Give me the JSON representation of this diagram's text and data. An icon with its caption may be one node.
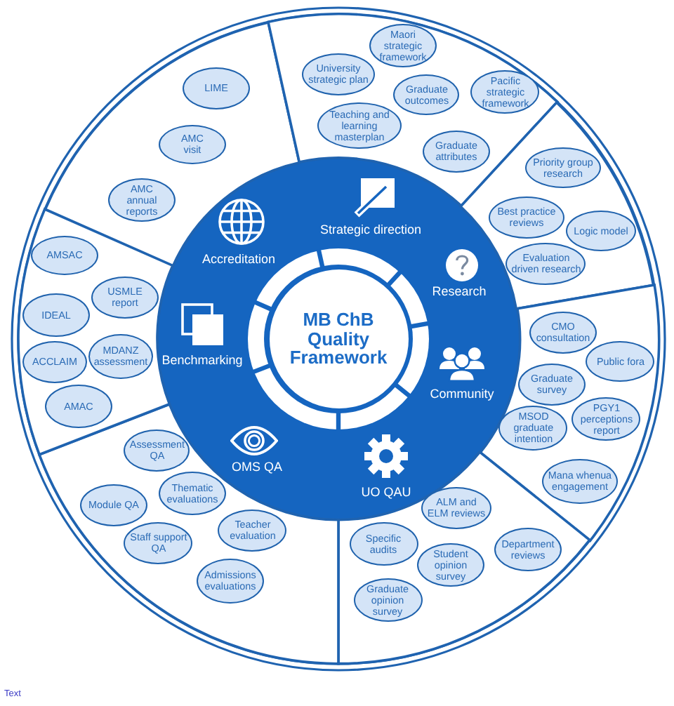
{
  "diagram": {
    "nodes": [
      {
        "text": [
          "MB ChB Quality Framework"
        ]
      },
      {
        "text": [
          "Accreditation"
        ]
      },
      {
        "text": [
          "LIME"
        ],
        "in": 1
      },
      {
        "text": [
          "AMC visit"
        ],
        "in": 1
      },
      {
        "text": [
          "AMC annual reports"
        ],
        "in": 1
      },
      {
        "text": [
          "Strategic direction"
        ]
      },
      {
        "text": [
          "Maori strategic framework"
        ],
        "in": 5
      },
      {
        "text": [
          "University strategic plan"
        ],
        "in": 5
      },
      {
        "text": [
          "Graduate outcomes"
        ],
        "in": 5
      },
      {
        "text": [
          "Pacific strategic framework"
        ],
        "in": 5
      },
      {
        "text": [
          "Teaching and learning masterplan"
        ],
        "in": 5
      },
      {
        "text": [
          "Graduate attributes"
        ],
        "in": 5
      },
      {
        "text": [
          "Research"
        ]
      },
      {
        "text": [
          "Priority group research"
        ],
        "in": 12
      },
      {
        "text": [
          "Best practice reviews"
        ],
        "in": 12
      },
      {
        "text": [
          "Logic model"
        ],
        "in": 12
      },
      {
        "text": [
          "Evaluation driven research"
        ],
        "in": 12
      },
      {
        "text": [
          "Community"
        ]
      },
      {
        "text": [
          "CMO consultation"
        ],
        "in": 17
      },
      {
        "text": [
          "Public fora"
        ],
        "in": 17
      },
      {
        "text": [
          "Graduate survey"
        ],
        "in": 17
      },
      {
        "text": [
          "PGY1 perceptions report"
        ],
        "in": 17
      },
      {
        "text": [
          "MSOD graduate intention"
        ],
        "in": 17
      },
      {
        "text": [
          "Mana whenua engagement"
        ],
        "in": 17
      },
      {
        "text": [
          "UO QAU"
        ]
      },
      {
        "text": [
          "ALM and ELM reviews"
        ],
        "in": 24
      },
      {
        "text": [
          "Specific audits"
        ],
        "in": 24
      },
      {
        "text": [
          "Department reviews"
        ],
        "in": 24
      },
      {
        "text": [
          "Student opinion survey"
        ],
        "in": 24
      },
      {
        "text": [
          "Graduate opinion survey"
        ],
        "in": 24
      },
      {
        "text": [
          "OMS QA"
        ]
      },
      {
        "text": [
          "Assessment QA"
        ],
        "in": 30
      },
      {
        "text": [
          "Module QA"
        ],
        "in": 30
      },
      {
        "text": [
          "Thematic evaluations"
        ],
        "in": 30
      },
      {
        "text": [
          "Teacher evaluation"
        ],
        "in": 30
      },
      {
        "text": [
          "Staff support QA"
        ],
        "in": 30
      },
      {
        "text": [
          "Admissions evaluations"
        ],
        "in": 30
      },
      {
        "text": [
          "Benchmarking"
        ]
      },
      {
        "text": [
          "AMSAC"
        ],
        "in": 37
      },
      {
        "text": [
          "USMLE report"
        ],
        "in": 37
      },
      {
        "text": [
          "IDEAL"
        ],
        "in": 37
      },
      {
        "text": [
          "ACCLAIM"
        ],
        "in": 37
      },
      {
        "text": [
          "MDANZ assessment"
        ],
        "in": 37
      },
      {
        "text": [
          "AMAC"
        ],
        "in": 37
      }
    ],
    "labels": [
      "Text"
    ]
  }
}
